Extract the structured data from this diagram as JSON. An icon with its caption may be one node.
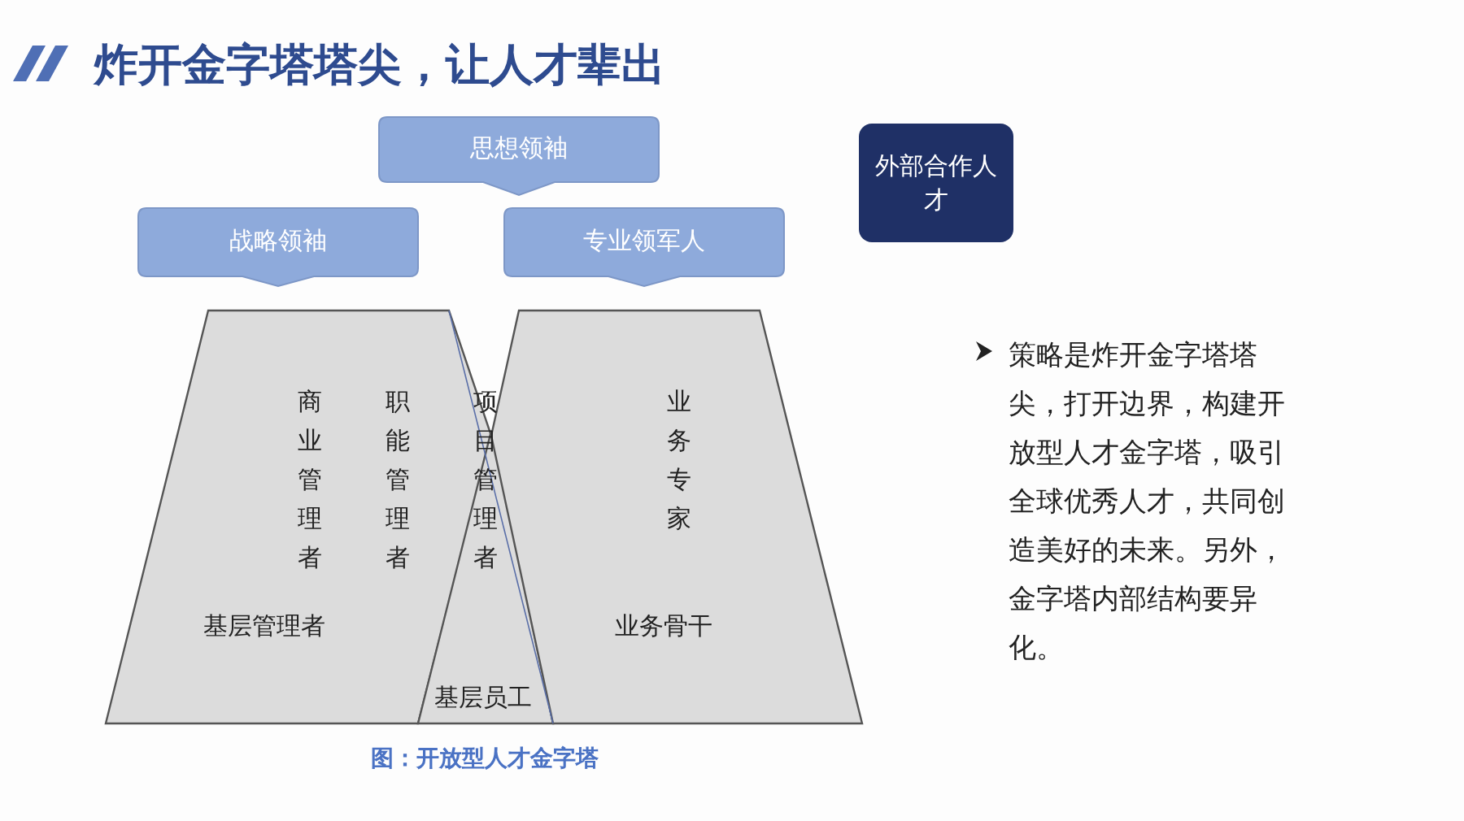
{
  "diagram": {
    "title": "炸开金字塔塔尖，让人才辈出",
    "caption": "图：开放型人才金字塔",
    "nodes": [
      {
        "text": [
          "思想领袖"
        ]
      },
      {
        "text": [
          "战略领袖"
        ]
      },
      {
        "text": [
          "专业领军人"
        ]
      },
      {
        "text": [
          "外部合作人才"
        ]
      },
      {
        "text": [
          "商业管理者",
          "职能管理者",
          "基层管理者"
        ]
      },
      {
        "text": [
          "基层员工"
        ]
      },
      {
        "text": [
          "业务专家",
          "业务骨干"
        ]
      }
    ],
    "labels": [
      "项目管理者",
      "策略是炸开金字塔塔尖，打开边界，构建开放型人才金字塔，吸引全球优秀人才，共同创造美好的未来。另外，金字塔内部结构要异化。"
    ]
  }
}
